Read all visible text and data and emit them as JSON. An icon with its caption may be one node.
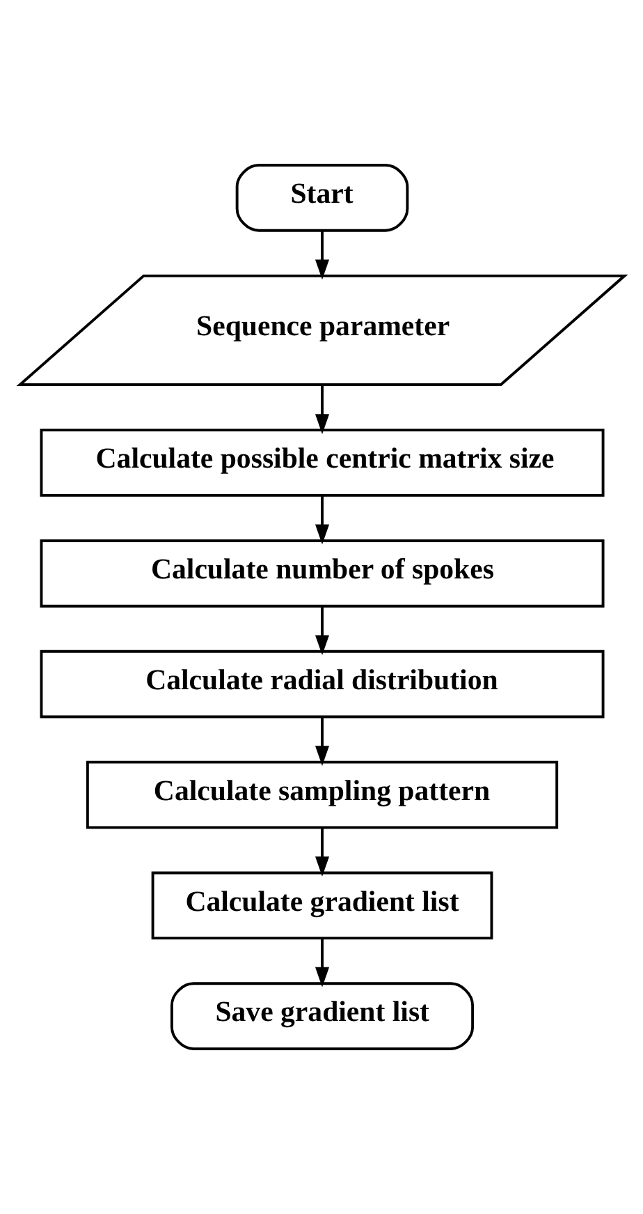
{
  "diagram": {
    "nodes": [
      {
        "text": [
          "Start"
        ]
      },
      {
        "text": [
          "Sequence parameter"
        ]
      },
      {
        "text": [
          "Calculate possible centric matrix size"
        ]
      },
      {
        "text": [
          "Calculate number of spokes"
        ]
      },
      {
        "text": [
          "Calculate radial distribution"
        ]
      },
      {
        "text": [
          "Calculate sampling pattern"
        ]
      },
      {
        "text": [
          "Calculate gradient list"
        ]
      },
      {
        "text": [
          "Save gradient list"
        ]
      }
    ],
    "edges": [
      {
        "from": 0,
        "to": 1,
        "arrow": "to"
      },
      {
        "from": 1,
        "to": 2,
        "arrow": "to"
      },
      {
        "from": 2,
        "to": 3,
        "arrow": "to"
      },
      {
        "from": 3,
        "to": 4,
        "arrow": "to"
      },
      {
        "from": 4,
        "to": 5,
        "arrow": "to"
      },
      {
        "from": 5,
        "to": 6,
        "arrow": "to"
      },
      {
        "from": 6,
        "to": 7,
        "arrow": "to"
      }
    ]
  }
}
